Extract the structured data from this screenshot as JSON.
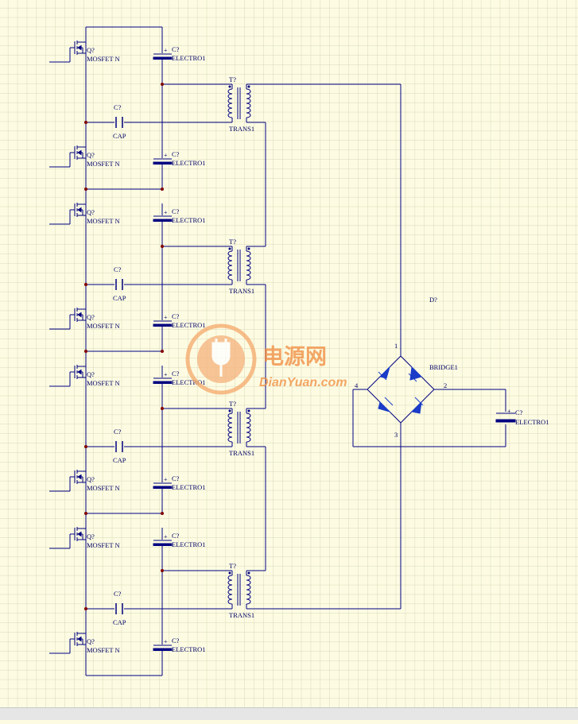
{
  "colors": {
    "background": "#fdfce3",
    "grid": "#d8d8b8",
    "wire": "#000080",
    "junction": "#800000",
    "component": "#000080",
    "diode": "#1a3cc8",
    "watermark": "#f08a3c",
    "statusbar": "#e6e6e6"
  },
  "mosfets": [
    {
      "designator": "Q?",
      "value": "MOSFET N"
    },
    {
      "designator": "Q?",
      "value": "MOSFET N"
    },
    {
      "designator": "Q?",
      "value": "MOSFET N"
    },
    {
      "designator": "Q?",
      "value": "MOSFET N"
    },
    {
      "designator": "Q?",
      "value": "MOSFET N"
    },
    {
      "designator": "Q?",
      "value": "MOSFET N"
    },
    {
      "designator": "Q?",
      "value": "MOSFET N"
    },
    {
      "designator": "Q?",
      "value": "MOSFET N"
    }
  ],
  "electrolytics": [
    {
      "designator": "C?",
      "value": "ELECTRO1"
    },
    {
      "designator": "C?",
      "value": "ELECTRO1"
    },
    {
      "designator": "C?",
      "value": "ELECTRO1"
    },
    {
      "designator": "C?",
      "value": "ELECTRO1"
    },
    {
      "designator": "C?",
      "value": "ELECTRO1"
    },
    {
      "designator": "C?",
      "value": "ELECTRO1"
    },
    {
      "designator": "C?",
      "value": "ELECTRO1"
    },
    {
      "designator": "C?",
      "value": "ELECTRO1"
    }
  ],
  "caps": [
    {
      "designator": "C?",
      "value": "CAP"
    },
    {
      "designator": "C?",
      "value": "CAP"
    },
    {
      "designator": "C?",
      "value": "CAP"
    },
    {
      "designator": "C?",
      "value": "CAP"
    }
  ],
  "transformers": [
    {
      "designator": "T?",
      "value": "TRANS1"
    },
    {
      "designator": "T?",
      "value": "TRANS1"
    },
    {
      "designator": "T?",
      "value": "TRANS1"
    },
    {
      "designator": "T?",
      "value": "TRANS1"
    }
  ],
  "bridge": {
    "designator": "D?",
    "value": "BRIDGE1",
    "pins": [
      "1",
      "2",
      "3",
      "4"
    ]
  },
  "output_cap": {
    "designator": "C?",
    "value": "ELECTRO1"
  },
  "watermark": {
    "text_cn": "电源网",
    "text_en": "DianYuan.com"
  }
}
